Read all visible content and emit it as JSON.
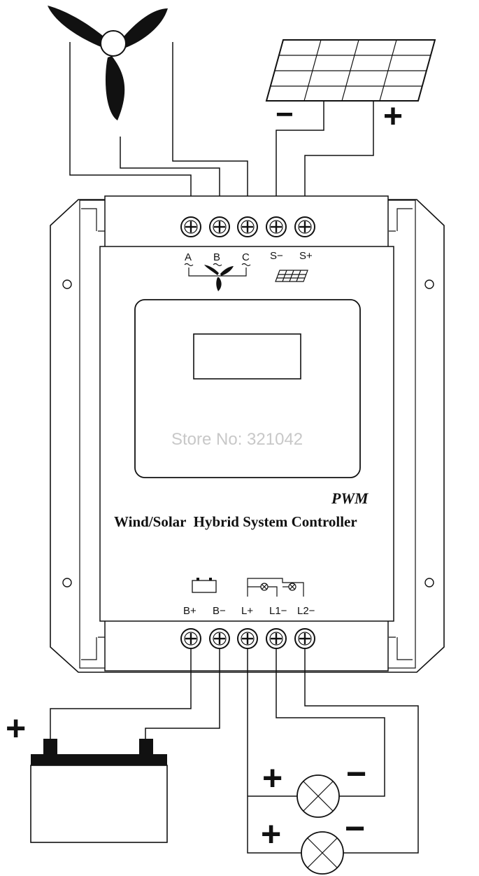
{
  "terminals_top": [
    "A",
    "B",
    "C",
    "S−",
    "S+"
  ],
  "terminals_bottom": [
    "B+",
    "B−",
    "L+",
    "L1−",
    "L2−"
  ],
  "pwm_label": "PWM",
  "controller_title": "Wind/Solar  Hybrid System Controller",
  "watermark": "Store No: 321042",
  "symbols": {
    "solar_minus": "−",
    "solar_plus": "+",
    "battery_plus": "+",
    "lamp1_plus": "+",
    "lamp1_minus": "−",
    "lamp2_plus": "+",
    "lamp2_minus": "−"
  },
  "icons": [
    "wind-turbine-icon",
    "solar-panel-icon",
    "battery-icon",
    "lamp-icon",
    "screw-terminal-icon"
  ]
}
